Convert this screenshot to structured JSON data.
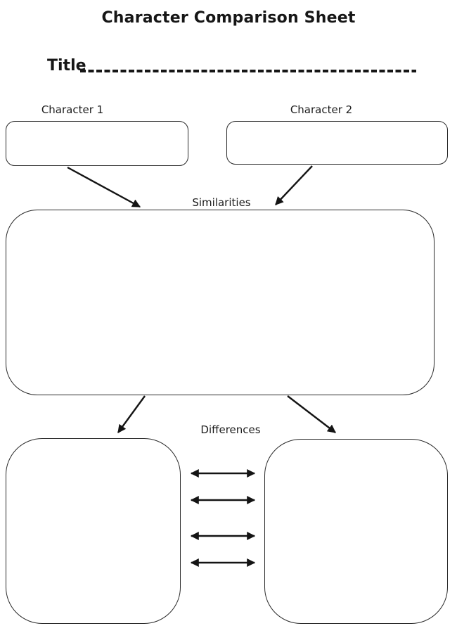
{
  "page": {
    "title": "Character Comparison Sheet",
    "background_color": "#ffffff",
    "ink_color": "#1a1a1a"
  },
  "title_field": {
    "label": "Title",
    "value": ""
  },
  "nodes": {
    "character1": {
      "label": "Character 1",
      "content": ""
    },
    "character2": {
      "label": "Character 2",
      "content": ""
    },
    "similarities": {
      "label": "Similarities",
      "content": ""
    },
    "differences": {
      "label": "Differences",
      "left_content": "",
      "right_content": ""
    }
  },
  "connectors": {
    "character1_to_similarities": "single-arrow",
    "character2_to_similarities": "single-arrow",
    "similarities_to_left_differences": "single-arrow",
    "similarities_to_right_differences": "single-arrow",
    "difference_double_arrow_count": 4
  }
}
